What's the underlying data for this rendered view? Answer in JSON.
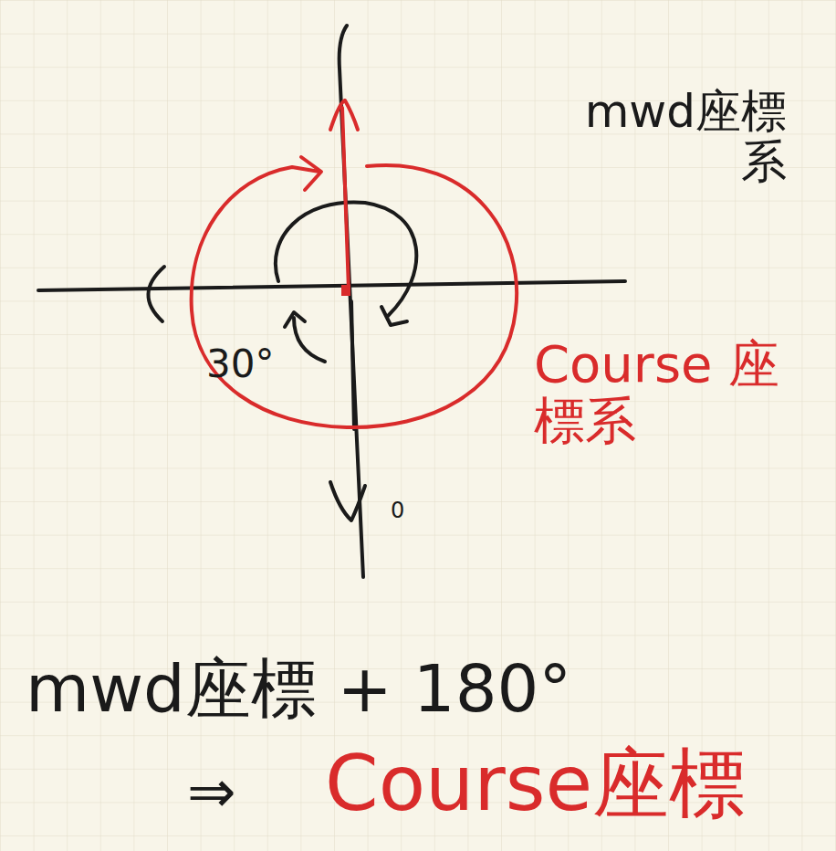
{
  "diagram": {
    "labels": [
      "mwd座標 系",
      "30°",
      "0",
      "Course 座標系",
      "mwd座標 + 180°",
      "⇒",
      "Course座標"
    ]
  }
}
